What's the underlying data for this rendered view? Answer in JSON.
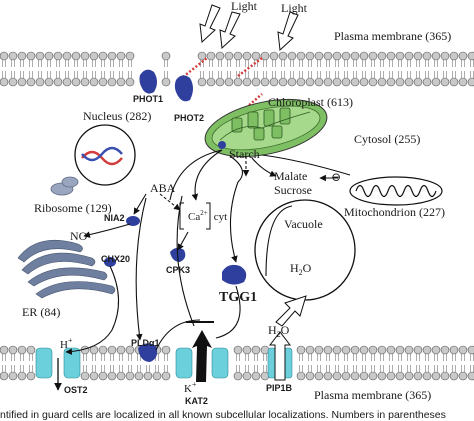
{
  "labels": {
    "light_1": "Light",
    "light_2": "Light",
    "plasma_membrane_top": "Plasma membrane (365)",
    "plasma_membrane_bottom": "Plasma membrane (365)",
    "phot1": "PHOT1",
    "phot2": "PHOT2",
    "chloroplast": "Chloroplast (613)",
    "nucleus": "Nucleus (282)",
    "cytosol": "Cytosol (255)",
    "starch": "Starch",
    "aba": "ABA",
    "malate": "Malate",
    "sucrose": "Sucrose",
    "minus": "⊖",
    "ribosome": "Ribosome (129)",
    "mitochondrion": "Mitochondrion (227)",
    "nia2": "NIA2",
    "no": "NO",
    "ca_main": "Ca",
    "ca_sup": "2+",
    "ca_sub": "cyt",
    "chx20": "CHX20",
    "cpk3": "CPK3",
    "tgg1": "TGG1",
    "vacuole": "Vacuole",
    "h2o_vacuole": "H",
    "h2o_vacuole_sub": "2",
    "h2o_vacuole_end": "O",
    "h2o_top": "H",
    "h2o_top_sub": "2",
    "h2o_top_end": "O",
    "er": "ER (84)",
    "h_plus": "H",
    "h_plus_sup": "+",
    "pld": "PLDα1",
    "k_plus": "K",
    "k_plus_sup": "+",
    "ost2": "OST2",
    "kat2": "KAT2",
    "pip1b": "PIP1B"
  },
  "caption": "ntified in guard cells are localized in all known subcellular localizations. Numbers in parentheses",
  "colors": {
    "protein": "#2f3f9e",
    "channel": "#6ccfdc",
    "chloroplast": "#7fbf63",
    "membrane_head": "#c9c9c9",
    "dna_red": "#d23c3c",
    "dna_blue": "#3a4fb0"
  }
}
